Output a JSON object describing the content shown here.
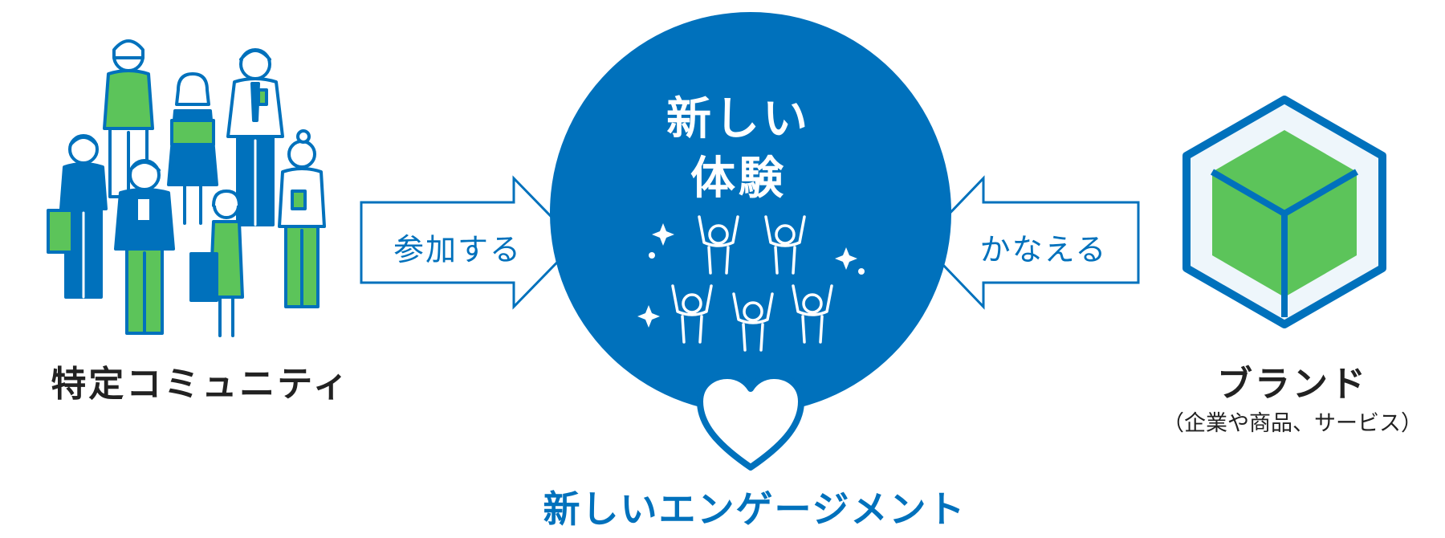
{
  "community": {
    "label": "特定コミュニティ"
  },
  "arrows": {
    "left_label": "参加する",
    "right_label": "かなえる"
  },
  "center": {
    "title_line1": "新しい",
    "title_line2": "体験"
  },
  "brand": {
    "label": "ブランド",
    "sublabel": "（企業や商品、サービス）"
  },
  "outcome": {
    "label": "新しいエンゲージメント"
  },
  "colors": {
    "blue": "#0071bc",
    "green": "#5cc45a",
    "dark_text": "#222222",
    "pale": "#eef6fb"
  },
  "icons": [
    "people-group-icon",
    "cheering-crowd-icon",
    "sparkle-icon",
    "heart-icon",
    "cube-icon"
  ]
}
